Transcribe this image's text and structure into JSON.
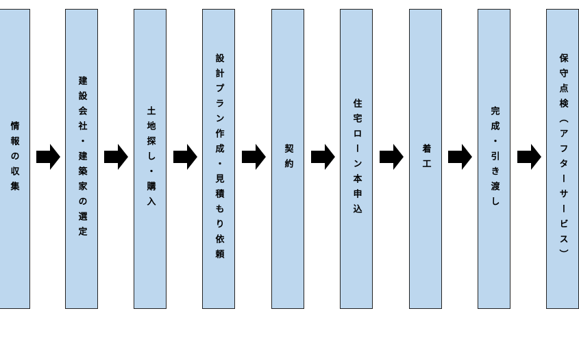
{
  "steps": [
    {
      "label": "情報の収集"
    },
    {
      "label": "建設会社・建築家の選定"
    },
    {
      "label": "土地探し・購入"
    },
    {
      "label": "設計プラン作成・見積もり依頼"
    },
    {
      "label": "契約"
    },
    {
      "label": "住宅ローン本申込"
    },
    {
      "label": "着工"
    },
    {
      "label": "完成・引き渡し"
    },
    {
      "label": "保守点検（アフターサービス）"
    }
  ],
  "colors": {
    "box_fill": "#bdd7ee",
    "box_border": "#222222",
    "arrow": "#000000"
  }
}
